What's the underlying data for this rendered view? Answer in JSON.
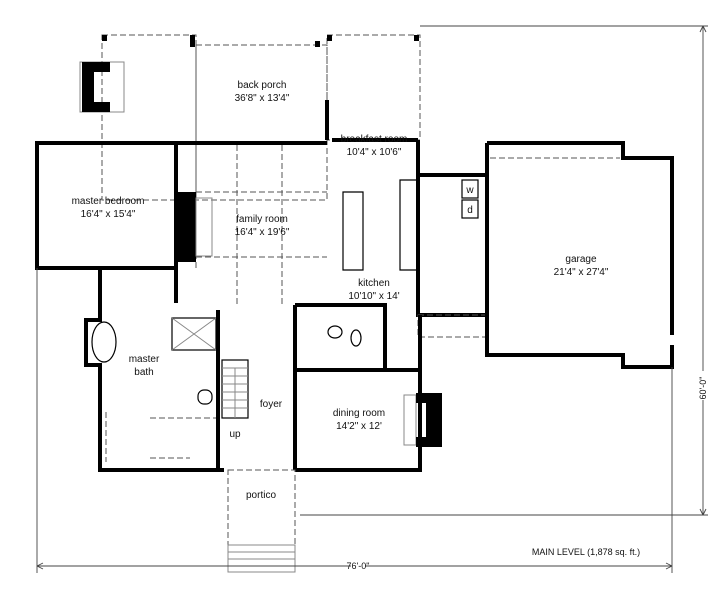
{
  "rooms": {
    "back_porch": {
      "name": "back porch",
      "size": "36'8\" x 13'4\""
    },
    "breakfast_room": {
      "name": "breakfast room",
      "size": "10'4\" x 10'6\""
    },
    "master_bedroom": {
      "name": "master bedroom",
      "size": "16'4\" x 15'4\""
    },
    "family_room": {
      "name": "family room",
      "size": "16'4\" x 19'6\""
    },
    "garage": {
      "name": "garage",
      "size": "21'4\" x 27'4\""
    },
    "kitchen": {
      "name": "kitchen",
      "size": "10'10\" x 14'"
    },
    "master_bath": {
      "line1": "master",
      "line2": "bath"
    },
    "foyer": {
      "name": "foyer"
    },
    "dining_room": {
      "name": "dining room",
      "size": "14'2\" x 12'"
    },
    "portico": {
      "name": "portico"
    }
  },
  "appliances": {
    "washer": "w",
    "dryer": "d"
  },
  "stairs_label": "up",
  "dimensions": {
    "width": "76'-0\"",
    "depth": "60'-0\""
  },
  "caption": "MAIN LEVEL (1,878 sq. ft.)"
}
